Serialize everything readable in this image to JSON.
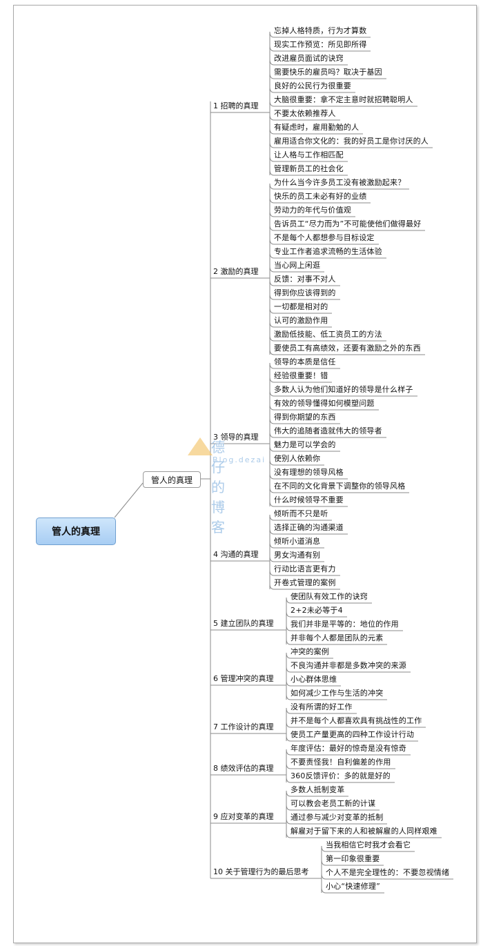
{
  "root": "管人的真理",
  "center": "管人的真理",
  "watermark": {
    "title": "德仔的博客",
    "url": "Blog.dezai"
  },
  "branches": [
    {
      "label": "1 招聘的真理",
      "leaves": [
        "忘掉人格特质，行为才算数",
        "现实工作预览：所见即所得",
        "改进雇员面试的诀窍",
        "需要快乐的雇员吗？取决于基因",
        "良好的公民行为很重要",
        "大脑很重要：拿不定主意时就招聘聪明人",
        "不要太依赖推荐人",
        "有疑虑时，雇用勤勉的人",
        "雇用适合你文化的：我的好员工是你讨厌的人",
        "让人格与工作相匹配",
        "管理新员工的社会化"
      ]
    },
    {
      "label": "2 激励的真理",
      "leaves": [
        "为什么当今许多员工没有被激励起来？",
        "快乐的员工未必有好的业绩",
        "劳动力的年代与价值观",
        "告诉员工“尽力而为”不可能使他们做得最好",
        "不是每个人都想参与目标设定",
        "专业工作者追求流畅的生活体验",
        "当心网上闲逛",
        "反馈：对事不对人",
        "得到你应该得到的",
        "一切都是相对的",
        "认可的激励作用",
        "激励低技能、低工资员工的方法",
        "要使员工有高绩效，还要有激励之外的东西"
      ]
    },
    {
      "label": "3 领导的真理",
      "leaves": [
        "领导的本质是信任",
        "经验很重要！错",
        "多数人认为他们知道好的领导是什么样子",
        "有效的领导懂得如何模塑问题",
        "得到你期望的东西",
        "伟大的追随者造就伟大的领导者",
        "魅力是可以学会的",
        "使别人依赖你",
        "没有理想的领导风格",
        "在不同的文化背景下调整你的领导风格",
        "什么时候领导不重要"
      ]
    },
    {
      "label": "4 沟通的真理",
      "leaves": [
        "倾听而不只是听",
        "选择正确的沟通渠道",
        "倾听小道消息",
        "男女沟通有别",
        "行动比语言更有力",
        "开卷式管理的案例"
      ]
    },
    {
      "label": "5 建立团队的真理",
      "leaves": [
        "使团队有效工作的诀窍",
        "2+2未必等于4",
        "我们并非是平等的：地位的作用",
        "并非每个人都是团队的元素"
      ]
    },
    {
      "label": "6 管理冲突的真理",
      "leaves": [
        "冲突的案例",
        "不良沟通并非都是多数冲突的来源",
        "小心群体思维",
        "如何减少工作与生活的冲突"
      ]
    },
    {
      "label": "7 工作设计的真理",
      "leaves": [
        "没有所谓的好工作",
        "并不是每个人都喜欢具有挑战性的工作",
        "使员工产量更高的四种工作设计行动"
      ]
    },
    {
      "label": "8 绩效评估的真理",
      "leaves": [
        "年度评估：最好的惊奇是没有惊奇",
        "不要责怪我！自利偏差的作用",
        "360反馈评价：多的就是好的"
      ]
    },
    {
      "label": "9 应对变革的真理",
      "leaves": [
        "多数人抵制变革",
        "可以教会老员工新的计谋",
        "通过参与减少对变革的抵制",
        "解雇对于留下来的人和被解雇的人同样艰难"
      ]
    },
    {
      "label": "10 关于管理行为的最后思考",
      "leaves": [
        "当我相信它时我才会看它",
        "第一印象很重要",
        "个人不是完全理性的：不要忽视情绪",
        "小心“快速修理”"
      ]
    }
  ]
}
